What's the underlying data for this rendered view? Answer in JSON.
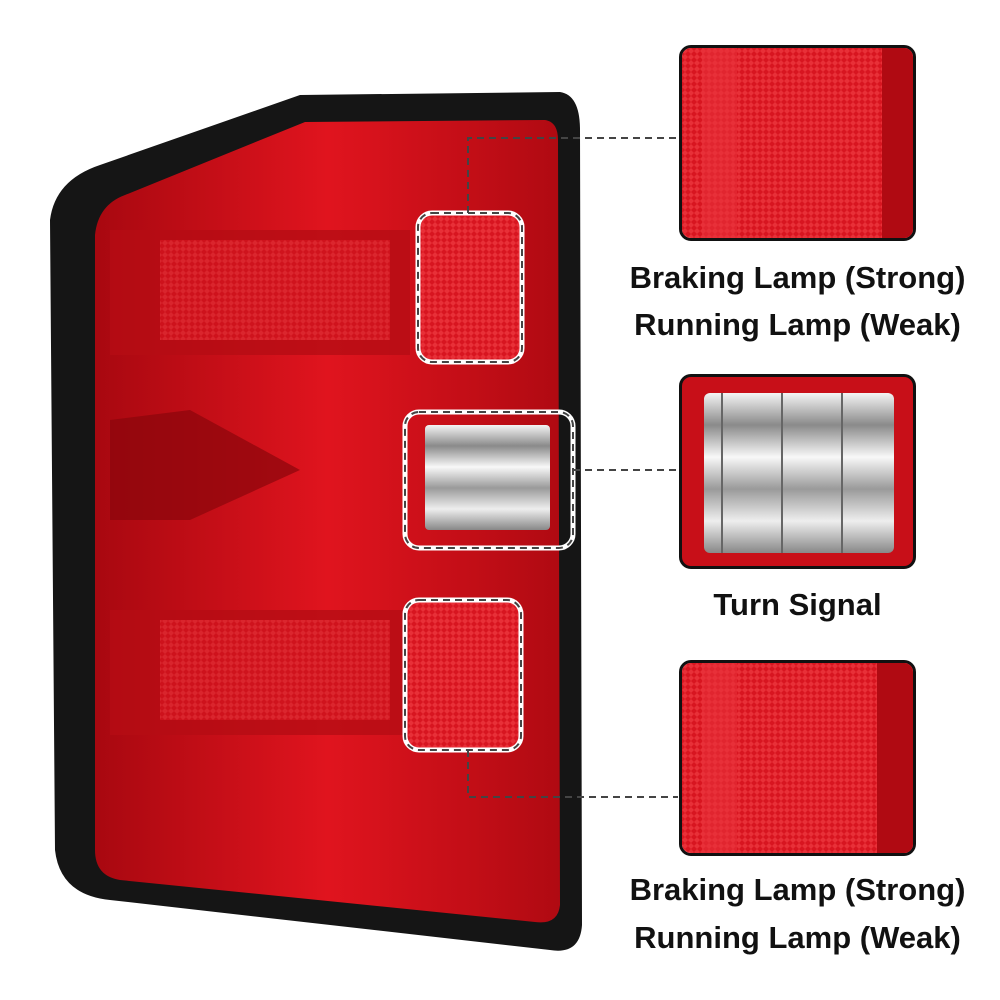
{
  "callouts": [
    {
      "line1": "Braking Lamp (Strong)",
      "line2": "Running Lamp (Weak)"
    },
    {
      "line1": "Turn Signal"
    },
    {
      "line1": "Braking Lamp (Strong)",
      "line2": "Running Lamp (Weak)"
    }
  ],
  "colors": {
    "lens_red": "#d0101a",
    "housing": "#151515",
    "chrome": "#d8d8d8"
  }
}
